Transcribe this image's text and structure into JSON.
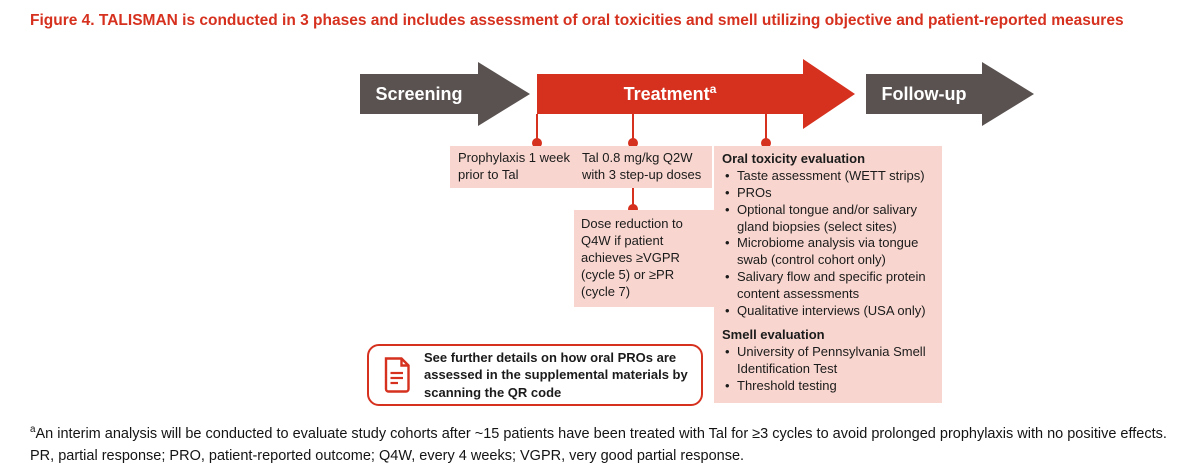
{
  "title": "Figure 4. TALISMAN is conducted in 3 phases and includes assessment of oral toxicities and smell utilizing objective and patient-reported measures",
  "colors": {
    "accent_red": "#d6301e",
    "arrow_dark": "#595250",
    "box_pink": "#f8d6cf",
    "text_dark": "#1b1b1b"
  },
  "arrows": [
    {
      "label": "Screening",
      "sup": ""
    },
    {
      "label": "Treatment",
      "sup": "a"
    },
    {
      "label": "Follow-up",
      "sup": ""
    }
  ],
  "boxes": {
    "prophylaxis": {
      "text": "Prophylaxis 1 week prior to Tal"
    },
    "tal": {
      "text": "Tal 0.8 mg/kg Q2W with 3 step-up doses"
    },
    "dose_reduction": {
      "text": "Dose reduction to Q4W if patient achieves ≥VGPR (cycle 5) or ≥PR (cycle 7)"
    },
    "oral_toxicity": {
      "heading": "Oral toxicity evaluation",
      "items": [
        "Taste assessment (WETT strips)",
        "PROs",
        "Optional tongue and/or salivary gland biopsies (select sites)",
        "Microbiome analysis via tongue swab (control cohort only)",
        "Salivary flow and specific protein content assessments",
        "Qualitative interviews (USA only)"
      ]
    },
    "smell": {
      "heading": "Smell evaluation",
      "items": [
        "University of Pennsylvania Smell Identification Test",
        "Threshold testing"
      ]
    }
  },
  "qr_note": {
    "icon": "document-icon",
    "text": "See further details on how oral PROs are assessed in the supplemental materials by scanning the QR code"
  },
  "footnote": {
    "sup": "a",
    "line1": "An interim analysis will be conducted to evaluate study cohorts after ~15 patients have been treated with Tal for ≥3 cycles to avoid prolonged prophylaxis with no positive effects.",
    "line2": "PR, partial response; PRO, patient-reported outcome; Q4W, every 4 weeks; VGPR, very good partial response."
  }
}
